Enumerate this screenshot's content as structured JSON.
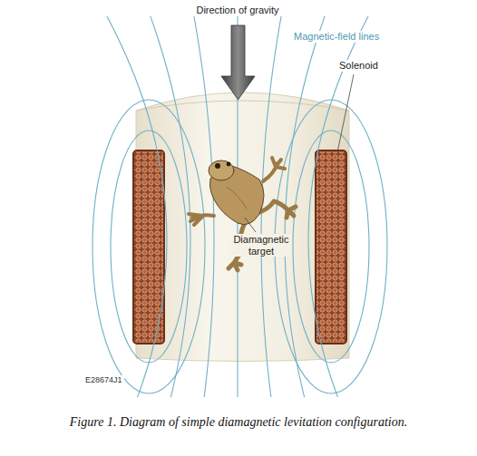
{
  "diagram": {
    "caption": "Figure 1. Diagram of simple diamagnetic levitation configuration.",
    "labels": [
      "Direction of gravity",
      "Magnetic-field lines",
      "Solenoid",
      "Diamagnetic target",
      "E28674J1"
    ]
  }
}
